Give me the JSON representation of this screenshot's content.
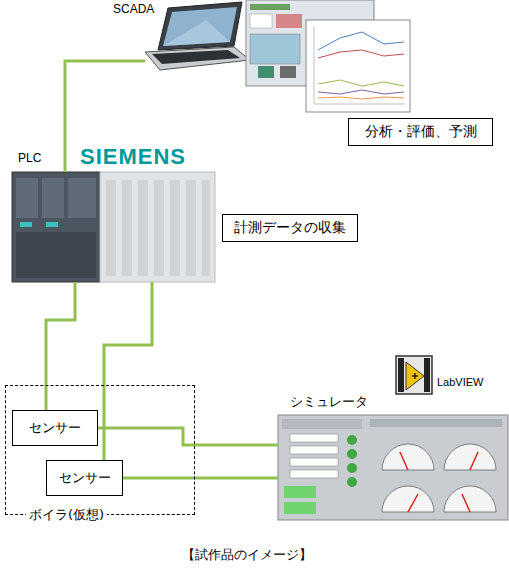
{
  "diagram": {
    "caption": "【試作品のイメージ】",
    "nodes": [
      {
        "text": [
          "SCADA"
        ]
      },
      {
        "text": [
          "分析・評価、予測"
        ]
      },
      {
        "text": [
          "PLC",
          "SIEMENS"
        ]
      },
      {
        "text": [
          "計測データの収集"
        ]
      },
      {
        "text": [
          "ボイラ(仮想)"
        ]
      },
      {
        "text": [
          "センサー"
        ],
        "in": 4
      },
      {
        "text": [
          "センサー"
        ],
        "in": 4
      },
      {
        "text": [
          "シミュレータ"
        ]
      }
    ],
    "edges": [
      {
        "from": 0,
        "to": 2,
        "arrow": "none"
      },
      {
        "from": 2,
        "to": 5,
        "arrow": "none"
      },
      {
        "from": 2,
        "to": 6,
        "arrow": "none"
      },
      {
        "from": 5,
        "to": 7,
        "arrow": "none"
      },
      {
        "from": 6,
        "to": 7,
        "arrow": "none"
      }
    ],
    "labels": [
      "LabVIEW"
    ]
  }
}
